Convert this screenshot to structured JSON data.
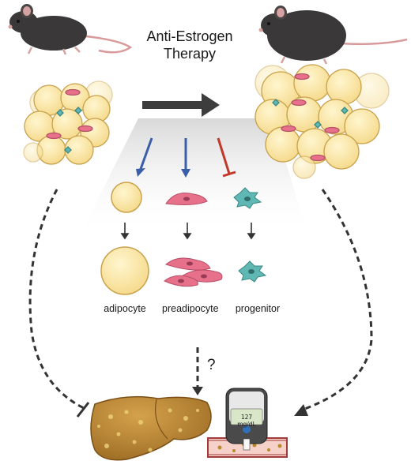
{
  "title_line1": "Anti-Estrogen",
  "title_line2": "Therapy",
  "labels": {
    "adipocyte": "adipocyte",
    "preadipocyte": "preadipocyte",
    "progenitor": "progenitor",
    "question": "?"
  },
  "glucometer": {
    "value": "127",
    "unit": "mg/dL"
  },
  "colors": {
    "fat_cell_fill": "#fbe9a6",
    "fat_cell_stroke": "#c9a24d",
    "preadipocyte_pink": "#e7718a",
    "progenitor_teal": "#5fb8b3",
    "stimulatory_arrow_blue": "#3a5fa8",
    "inhibitory_arrow_red": "#c0392b",
    "liver_brown": "#b07a2c",
    "mouse_dark": "#3a3838"
  }
}
